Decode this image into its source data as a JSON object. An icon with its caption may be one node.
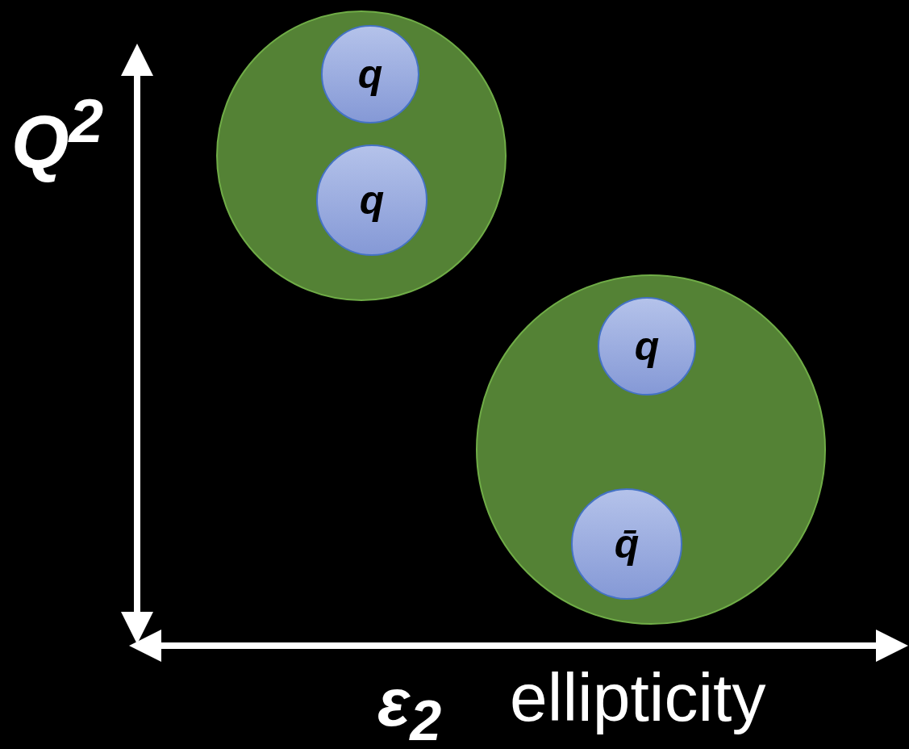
{
  "diagram": {
    "nodes": [
      {
        "text": [],
        "shape": "circle"
      },
      {
        "text": [
          "q"
        ],
        "in": 0
      },
      {
        "text": [
          "q"
        ],
        "in": 0
      },
      {
        "text": [],
        "shape": "circle"
      },
      {
        "text": [
          "q"
        ],
        "in": 3
      },
      {
        "text": [
          "q̄"
        ],
        "in": 3
      }
    ],
    "edges": [],
    "labels": [
      "Q$^{2}$",
      "ε$_{2}$",
      "ellipticity"
    ]
  }
}
